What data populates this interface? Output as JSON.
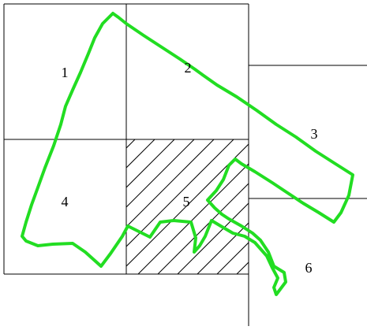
{
  "colors": {
    "boundary": "#22dd22",
    "grid": "#000000",
    "background": "#ffffff"
  },
  "cells": [
    {
      "label": "1",
      "hatched": false
    },
    {
      "label": "2",
      "hatched": false
    },
    {
      "label": "3",
      "hatched": false
    },
    {
      "label": "4",
      "hatched": false
    },
    {
      "label": "5",
      "hatched": true
    },
    {
      "label": "6",
      "hatched": false
    }
  ]
}
